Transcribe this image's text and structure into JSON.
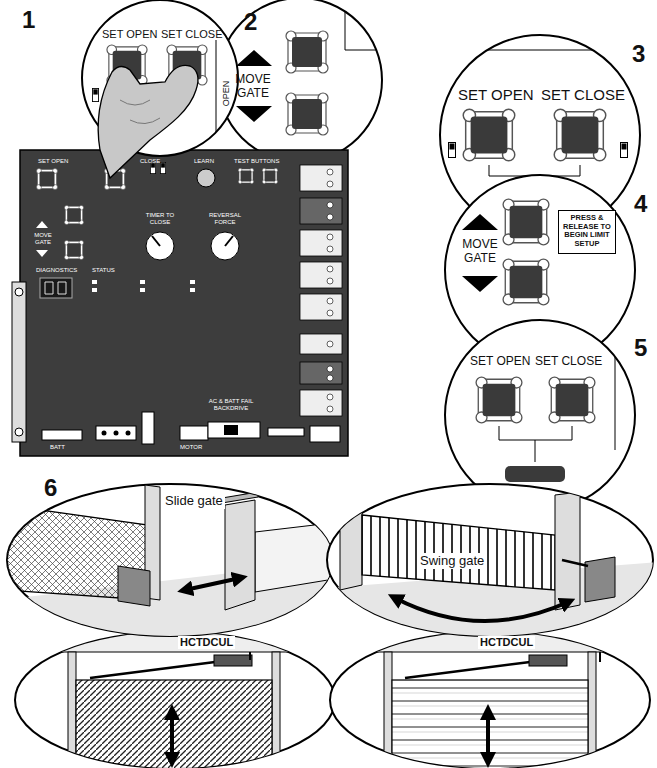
{
  "diagram": {
    "nodes": [
      {
        "text": [
          "PRESS & RELEASE TO BEGIN LIMIT SETUP"
        ]
      }
    ],
    "labels": [
      "1",
      "SET OPEN",
      "SET CLOSE",
      "OPEN",
      "2",
      "MOVE GATE",
      "3",
      "SET OPEN",
      "SET CLOSE",
      "4",
      "MOVE GATE",
      "5",
      "SET OPEN",
      "SET CLOSE",
      "6",
      "Slide gate",
      "Swing gate",
      "HCTDCUL",
      "HCTDCUL",
      "SET OPEN",
      "CLOSE",
      "LEARN",
      "TEST BUTTONS",
      "TIMER TO CLOSE",
      "REVERSAL FORCE",
      "MOVE GATE",
      "DIAGNOSTICS",
      "STATUS",
      "BATT",
      "MOTOR",
      "AC & BATT FAIL BACKDRIVE"
    ]
  }
}
